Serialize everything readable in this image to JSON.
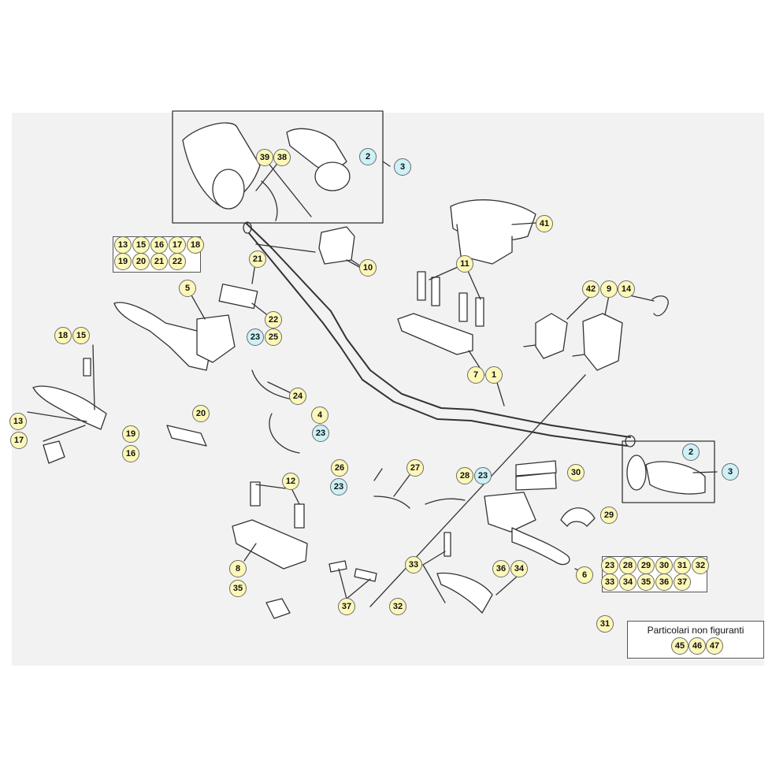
{
  "diagram": {
    "colors": {
      "callout_yellow": "#fdf8b8",
      "callout_blue": "#cdf1f6",
      "line": "#333333",
      "panel": "#f2f2f2"
    },
    "callouts": [
      {
        "id": "c-2a",
        "label": "2",
        "color": "blue"
      },
      {
        "id": "c-3a",
        "label": "3",
        "color": "blue"
      },
      {
        "id": "c-39",
        "label": "39",
        "color": "yellow"
      },
      {
        "id": "c-38",
        "label": "38",
        "color": "yellow"
      },
      {
        "id": "c-41",
        "label": "41",
        "color": "yellow"
      },
      {
        "id": "c-10",
        "label": "10",
        "color": "yellow"
      },
      {
        "id": "c-11",
        "label": "11",
        "color": "yellow"
      },
      {
        "id": "c-21",
        "label": "21",
        "color": "yellow"
      },
      {
        "id": "c-22",
        "label": "22",
        "color": "yellow"
      },
      {
        "id": "c-5",
        "label": "5",
        "color": "yellow"
      },
      {
        "id": "c-42",
        "label": "42",
        "color": "yellow"
      },
      {
        "id": "c-9",
        "label": "9",
        "color": "yellow"
      },
      {
        "id": "c-14",
        "label": "14",
        "color": "yellow"
      },
      {
        "id": "c-23a",
        "label": "23",
        "color": "blue"
      },
      {
        "id": "c-25",
        "label": "25",
        "color": "yellow"
      },
      {
        "id": "c-18",
        "label": "18",
        "color": "yellow"
      },
      {
        "id": "c-15",
        "label": "15",
        "color": "yellow"
      },
      {
        "id": "c-7",
        "label": "7",
        "color": "yellow"
      },
      {
        "id": "c-1",
        "label": "1",
        "color": "yellow"
      },
      {
        "id": "c-24",
        "label": "24",
        "color": "yellow"
      },
      {
        "id": "c-20",
        "label": "20",
        "color": "yellow"
      },
      {
        "id": "c-4",
        "label": "4",
        "color": "yellow"
      },
      {
        "id": "c-23b",
        "label": "23",
        "color": "blue"
      },
      {
        "id": "c-13",
        "label": "13",
        "color": "yellow"
      },
      {
        "id": "c-19",
        "label": "19",
        "color": "yellow"
      },
      {
        "id": "c-17",
        "label": "17",
        "color": "yellow"
      },
      {
        "id": "c-16",
        "label": "16",
        "color": "yellow"
      },
      {
        "id": "c-2b",
        "label": "2",
        "color": "blue"
      },
      {
        "id": "c-3b",
        "label": "3",
        "color": "blue"
      },
      {
        "id": "c-26",
        "label": "26",
        "color": "yellow"
      },
      {
        "id": "c-27",
        "label": "27",
        "color": "yellow"
      },
      {
        "id": "c-28",
        "label": "28",
        "color": "yellow"
      },
      {
        "id": "c-23c",
        "label": "23",
        "color": "blue"
      },
      {
        "id": "c-30",
        "label": "30",
        "color": "yellow"
      },
      {
        "id": "c-23d",
        "label": "23",
        "color": "blue"
      },
      {
        "id": "c-12",
        "label": "12",
        "color": "yellow"
      },
      {
        "id": "c-29",
        "label": "29",
        "color": "yellow"
      },
      {
        "id": "c-8",
        "label": "8",
        "color": "yellow"
      },
      {
        "id": "c-33",
        "label": "33",
        "color": "yellow"
      },
      {
        "id": "c-36",
        "label": "36",
        "color": "yellow"
      },
      {
        "id": "c-34",
        "label": "34",
        "color": "yellow"
      },
      {
        "id": "c-6",
        "label": "6",
        "color": "yellow"
      },
      {
        "id": "c-35",
        "label": "35",
        "color": "yellow"
      },
      {
        "id": "c-37",
        "label": "37",
        "color": "yellow"
      },
      {
        "id": "c-32",
        "label": "32",
        "color": "yellow"
      },
      {
        "id": "c-31",
        "label": "31",
        "color": "yellow"
      }
    ],
    "group_5": [
      "13",
      "15",
      "16",
      "17",
      "18",
      "19",
      "20",
      "21",
      "22"
    ],
    "group_6": [
      "23",
      "28",
      "29",
      "30",
      "31",
      "32",
      "33",
      "34",
      "35",
      "36",
      "37"
    ],
    "note": {
      "title": "Particolari non figuranti",
      "parts": [
        "45",
        "46",
        "47"
      ]
    }
  }
}
